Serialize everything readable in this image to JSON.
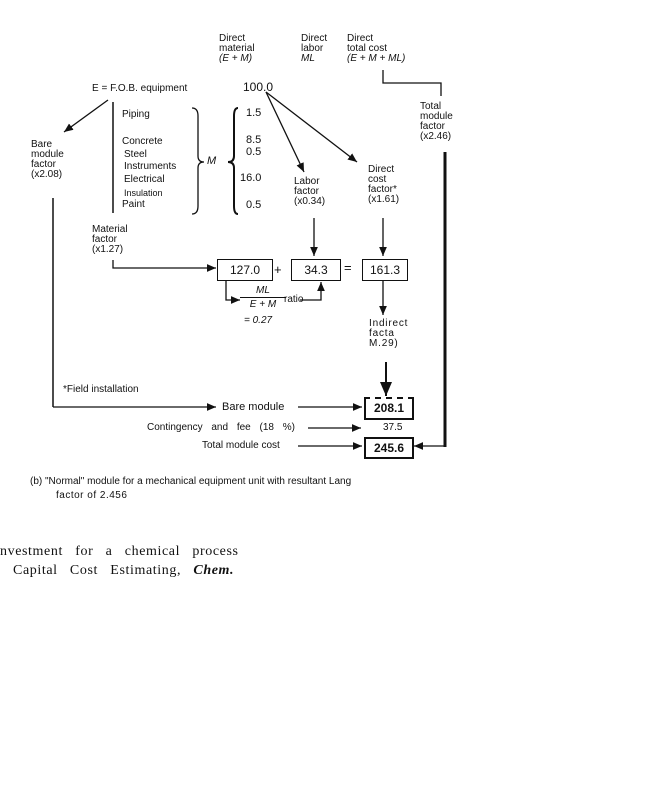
{
  "diagram": {
    "headers": {
      "direct_material": [
        "Direct",
        "material",
        "(E + M)"
      ],
      "direct_labor": [
        "Direct",
        "labor",
        "ML"
      ],
      "direct_total": [
        "Direct",
        "total cost",
        "(E + M + ML)"
      ]
    },
    "fob_equipment": {
      "label": "E = F.O.B. equipment",
      "value": "100.0"
    },
    "materials": {
      "symbol": "M",
      "items": [
        {
          "label": "Piping",
          "value": "1.5"
        },
        {
          "label": "Concrete",
          "value": "8.5"
        },
        {
          "label": "Steel",
          "value": "0.5"
        },
        {
          "label": "Instruments",
          "value": ""
        },
        {
          "label": "Electrical",
          "value": "16.0"
        },
        {
          "label": "Insulation",
          "value": ""
        },
        {
          "label": "Paint",
          "value": "0.5"
        }
      ]
    },
    "bare_module_factor": {
      "lines": [
        "Bare",
        "module",
        "factor",
        "(x2.08)"
      ]
    },
    "labor_factor": {
      "lines": [
        "Labor",
        "factor",
        "(x0.34)"
      ]
    },
    "direct_cost_factor": {
      "lines": [
        "Direct",
        "cost",
        "factor*",
        "(x1.61)"
      ]
    },
    "total_module_factor": {
      "lines": [
        "Total",
        "module",
        "factor",
        "(x2.46)"
      ]
    },
    "material_factor": {
      "lines": [
        "Material",
        "factor",
        "(x1.27)"
      ]
    },
    "equation": {
      "material_value": "127.0",
      "plus": "+",
      "labor_value": "34.3",
      "equals": "=",
      "direct_total_value": "161.3"
    },
    "ratio": {
      "numerator": "ML",
      "denominator": "E + M",
      "label": "ratio",
      "value": "= 0.27"
    },
    "indirect_factor": {
      "lines": [
        "Indirect",
        "facta",
        "M.29)"
      ]
    },
    "footnote": "*Field installation",
    "bare_module": {
      "label": "Bare module",
      "value": "208.1"
    },
    "contingency": {
      "label": "Contingency and fee (18 %)",
      "value": "37.5"
    },
    "total_module_cost": {
      "label": "Total module cost",
      "value": "245.6"
    },
    "caption": {
      "line1": "(b) \"Normal\" module for a mechanical equipment unit with resultant Lang",
      "line2": "factor of 2.456"
    }
  },
  "body_text": {
    "line1": "nvestment   for   a   chemical   process",
    "line2": "Capital   Cost   Estimating,",
    "line2_italic": "Chem."
  }
}
